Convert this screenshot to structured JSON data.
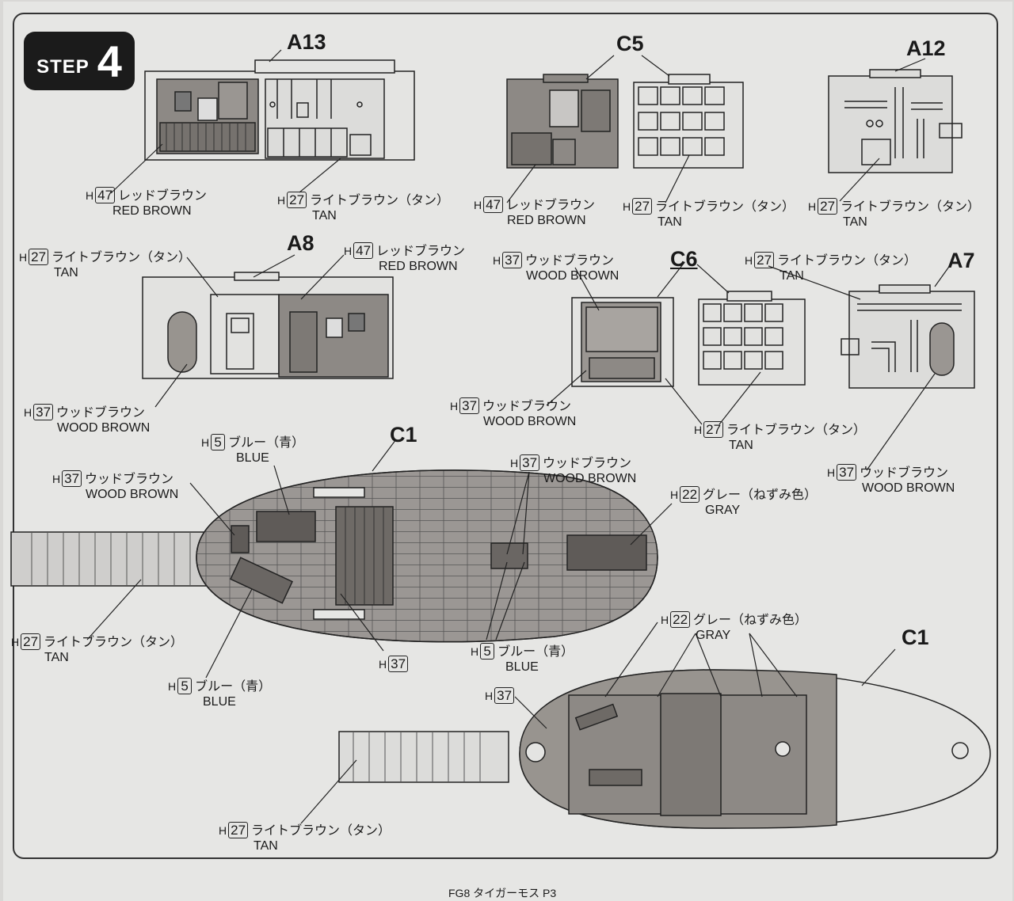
{
  "step": {
    "word": "STEP",
    "number": "4"
  },
  "part_labels": {
    "a13": "A13",
    "c5": "C5",
    "a12": "A12",
    "a8": "A8",
    "c6": "C6",
    "a7": "A7",
    "c1_top": "C1",
    "c1_bottom": "C1"
  },
  "colors": {
    "red_brown": {
      "h": "H",
      "num": "47",
      "jp": "レッドブラウン",
      "en": "RED BROWN",
      "hex": "#8a8580"
    },
    "tan": {
      "h": "H",
      "num": "27",
      "jp": "ライトブラウン（タン）",
      "en": "TAN",
      "hex": "#dcdcda"
    },
    "wood_brown": {
      "h": "H",
      "num": "37",
      "jp": "ウッドブラウン",
      "en": "WOOD BROWN",
      "hex": "#9a9692"
    },
    "blue": {
      "h": "H",
      "num": "5",
      "jp": "ブルー（青）",
      "en": "BLUE",
      "hex": "#7d7b79"
    },
    "gray": {
      "h": "H",
      "num": "22",
      "jp": "グレー（ねずみ色）",
      "en": "GRAY",
      "hex": "#8f8c89"
    }
  },
  "footer": "FG8 タイガーモス P3"
}
